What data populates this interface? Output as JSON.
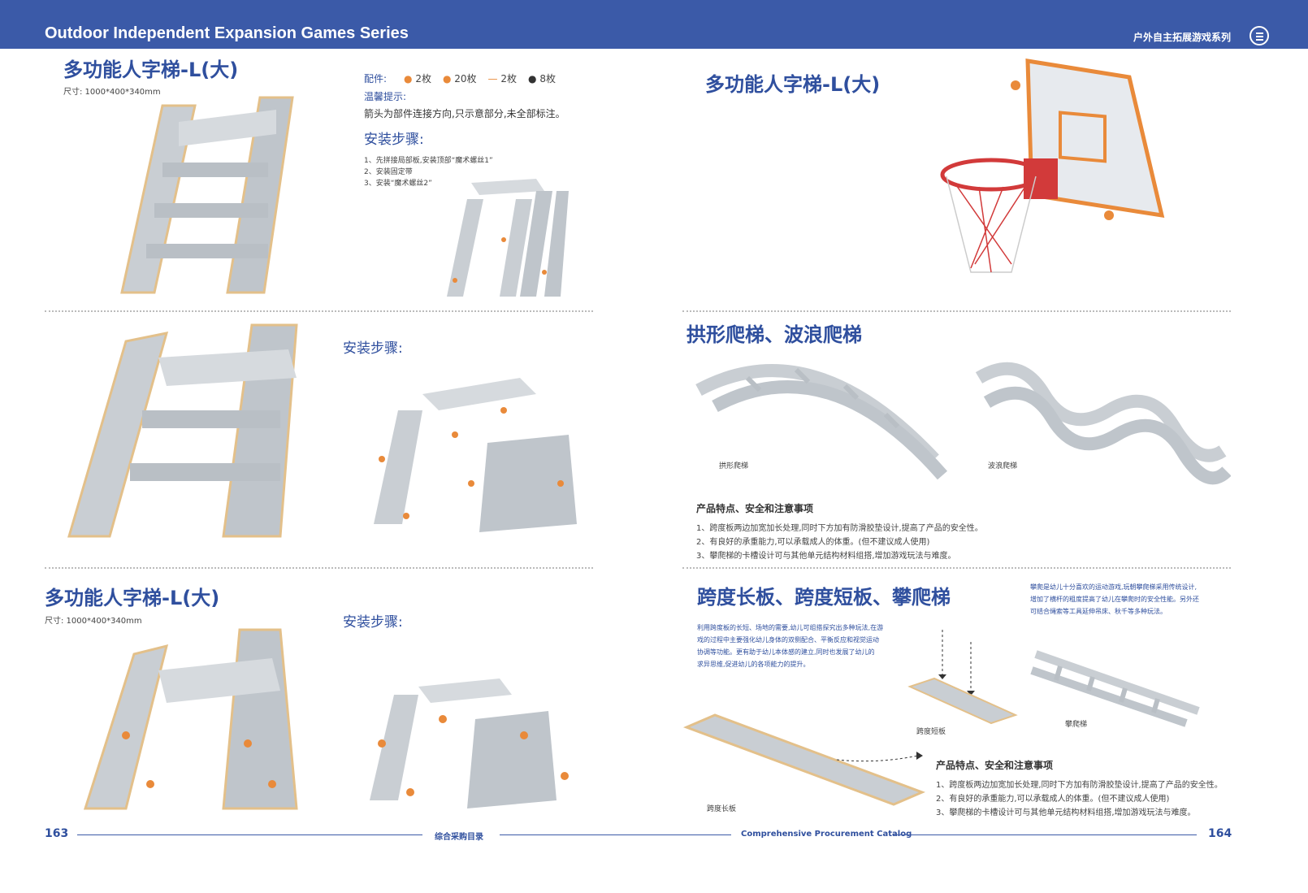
{
  "header": {
    "title_left": "Outdoor Independent Expansion Games Series",
    "title_right": "户外自主拓展游戏系列"
  },
  "left": {
    "s1": {
      "title": "多功能人字梯-L(大)",
      "size": "尺寸: 1000*400*340mm",
      "parts_label": "配件:",
      "parts": [
        "2枚",
        "20枚",
        "2枚",
        "8枚"
      ],
      "tip_label": "温馨提示:",
      "tip_text": "箭头为部件连接方向,只示意部分,未全部标注。",
      "steps_title": "安装步骤:",
      "steps": [
        "1、先拼接局部板,安装顶部“魔术螺丝1”",
        "2、安装固定带",
        "3、安装“魔术螺丝2”"
      ]
    },
    "s2": {
      "steps_title": "安装步骤:"
    },
    "s3": {
      "title": "多功能人字梯-L(大)",
      "size": "尺寸: 1000*400*340mm",
      "steps_title": "安装步骤:"
    }
  },
  "right": {
    "r1": {
      "title": "多功能人字梯-L(大)"
    },
    "r2": {
      "title": "拱形爬梯、波浪爬梯",
      "cap_arch": "拱形爬梯",
      "cap_wave": "波浪爬梯",
      "feature_title": "产品特点、安全和注意事项",
      "features": [
        "1、跨度板两边加宽加长处理,同时下方加有防滑胶垫设计,提高了产品的安全性。",
        "2、有良好的承重能力,可以承载成人的体重。(但不建议成人使用)",
        "3、攀爬梯的卡槽设计可与其他单元结构材料组搭,增加游戏玩法与难度。"
      ]
    },
    "r3": {
      "title": "跨度长板、跨度短板、攀爬梯",
      "side_note": [
        "攀爬是幼儿十分喜欢的运动游戏,玩朝攀爬梯采用传统设计,",
        "增加了横杆的粗度提高了幼儿在攀爬时的安全性能。另外还",
        "可结合绳索等工具延伸吊床、秋千等多种玩法。"
      ],
      "desc": [
        "利用跨度板的长短、场地的需要,幼儿可组搭探究出多种玩法,在游",
        "戏的过程中主要强化幼儿身体的双侧配合、平衡反应和视觉运动",
        "协调等功能。更有助于幼儿本体感的建立,同时也发展了幼儿的",
        "求异思维,促进幼儿的各项能力的提升。"
      ],
      "cap_short": "跨度短板",
      "cap_climb": "攀爬梯",
      "cap_long": "跨度长板",
      "feature_title": "产品特点、安全和注意事项",
      "features": [
        "1、跨度板两边加宽加长处理,同时下方加有防滑胶垫设计,提高了产品的安全性。",
        "2、有良好的承重能力,可以承载成人的体重。(但不建议成人使用)",
        "3、攀爬梯的卡槽设计可与其他单元结构材料组搭,增加游戏玩法与难度。"
      ]
    }
  },
  "footer": {
    "page_left": "163",
    "center_left": "综合采购目录",
    "center_right": "Comprehensive Procurement Catalog",
    "page_right": "164"
  },
  "colors": {
    "brand_blue": "#3b5aa8",
    "title_blue": "#2f4f9e",
    "product_gray": "#c9ced3",
    "accent_orange": "#e98a3a",
    "hoop_red": "#d23a3a"
  }
}
